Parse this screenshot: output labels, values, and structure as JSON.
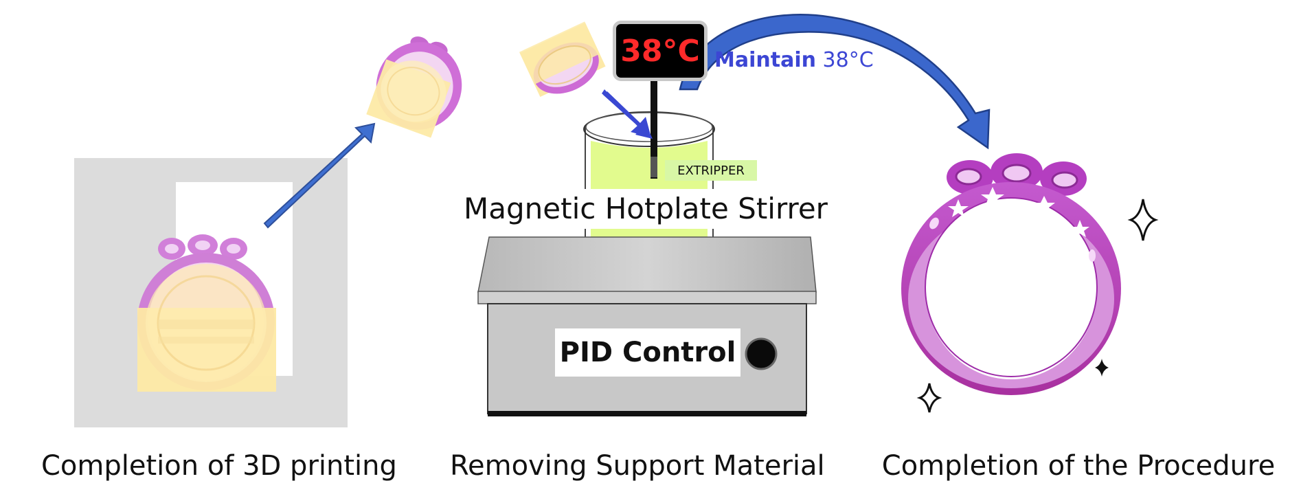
{
  "steps": [
    {
      "caption": "Completion of 3D printing"
    },
    {
      "caption": "Removing Support Material"
    },
    {
      "caption": "Completion of the Procedure"
    }
  ],
  "stirrer": {
    "device_label": "Magnetic Hotplate Stirrer",
    "control_label": "PID Control",
    "temperature_display": "38°C",
    "maintain_bold": "Maintain",
    "maintain_value": "38°C",
    "solution_label": "EXTRIPPER"
  },
  "colors": {
    "ring_purple": "#b43ec0",
    "support_yellow": "#fdeaa0",
    "arrow_blue": "#3f6fd0",
    "text_blue": "#3c46d4",
    "solution_green": "#e2fb8e",
    "display_red": "#ff2a2a"
  },
  "icons": [
    "arrow-up-right-icon",
    "arrow-down-right-icon",
    "curved-arrow-icon",
    "sparkle-icon"
  ]
}
